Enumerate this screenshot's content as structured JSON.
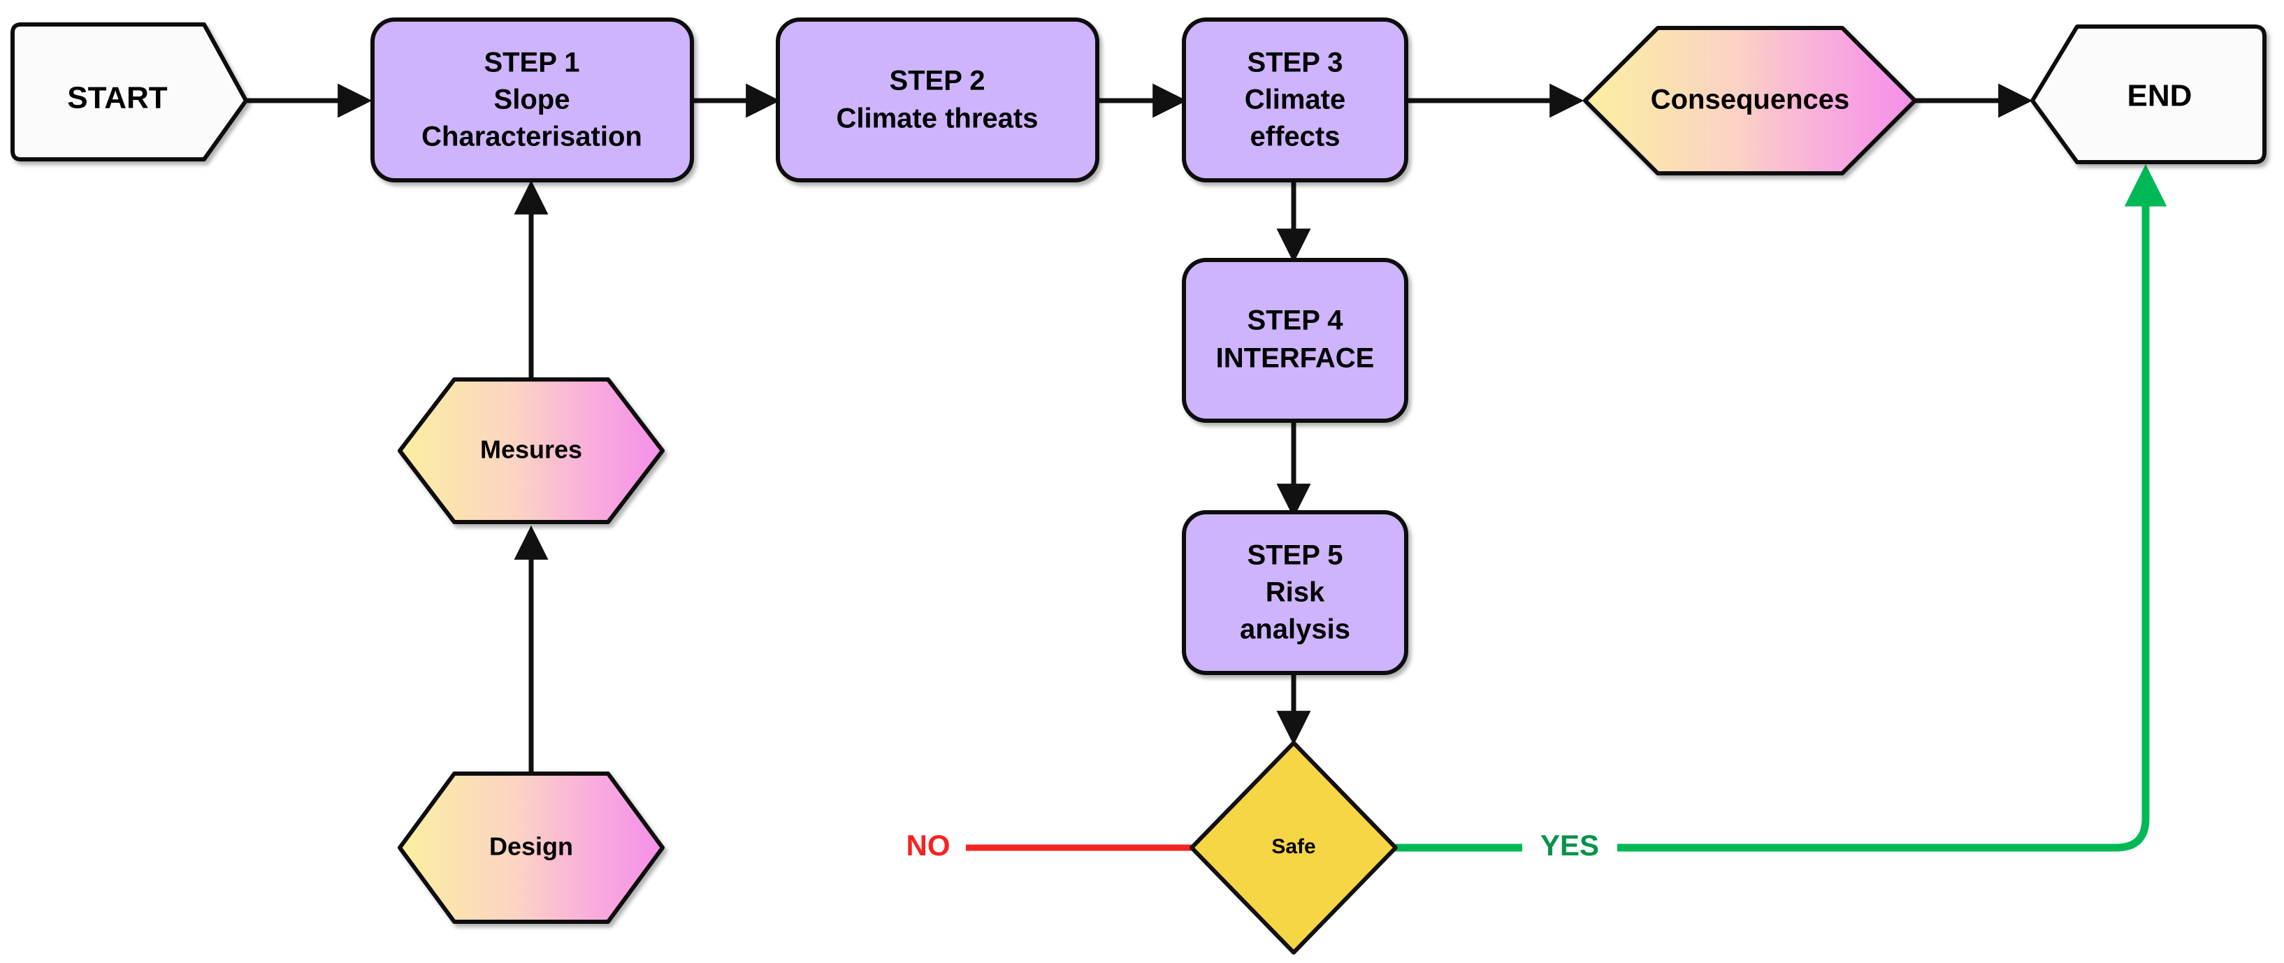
{
  "diagram": {
    "title": "Climate risk assessment slope workflow flowchart",
    "background_color": "#ffffff"
  },
  "palette": {
    "process_fill": "#CDB4FC",
    "process_stroke": "#111111",
    "terminator_fill": "#FBFBFB",
    "terminator_stroke": "#111111",
    "hexagon_gradient_start": "#FBEFA0",
    "hexagon_gradient_mid": "#FBD3C4",
    "hexagon_gradient_end": "#F58FEA",
    "decision_fill": "#F7D645",
    "decision_stroke": "#111111",
    "edge_default": "#111111",
    "edge_no": "#f52222",
    "edge_yes": "#00b956"
  },
  "nodes": {
    "start": {
      "id": "start",
      "shape": "terminator-right-point",
      "label": "START"
    },
    "step1": {
      "id": "step1",
      "shape": "process",
      "line1": "STEP 1",
      "line2": "Slope",
      "line3": "Characterisation"
    },
    "step2": {
      "id": "step2",
      "shape": "process",
      "line1": "STEP 2",
      "line2": "Climate threats"
    },
    "step3": {
      "id": "step3",
      "shape": "process",
      "line1": "STEP 3",
      "line2": "Climate",
      "line3": "effects"
    },
    "step4": {
      "id": "step4",
      "shape": "process",
      "line1": "STEP 4",
      "line2": "INTERFACE"
    },
    "step5": {
      "id": "step5",
      "shape": "process",
      "line1": "STEP 5",
      "line2": "Risk",
      "line3": "analysis"
    },
    "consequences": {
      "id": "consequences",
      "shape": "hexagon",
      "label": "Consequences"
    },
    "end": {
      "id": "end",
      "shape": "terminator-left-point",
      "label": "END"
    },
    "safe": {
      "id": "safe",
      "shape": "decision",
      "label": "Safe"
    },
    "design": {
      "id": "design",
      "shape": "hexagon",
      "label": "Design"
    },
    "mesures": {
      "id": "mesures",
      "shape": "hexagon",
      "label": "Mesures"
    }
  },
  "edges": [
    {
      "id": "start-step1",
      "from": "start",
      "to": "step1",
      "label": "",
      "color": "#111111"
    },
    {
      "id": "step1-step2",
      "from": "step1",
      "to": "step2",
      "label": "",
      "color": "#111111"
    },
    {
      "id": "step2-step3",
      "from": "step2",
      "to": "step3",
      "label": "",
      "color": "#111111"
    },
    {
      "id": "step3-consequences",
      "from": "step3",
      "to": "consequences",
      "label": "",
      "color": "#111111"
    },
    {
      "id": "consequences-end",
      "from": "consequences",
      "to": "end",
      "label": "",
      "color": "#111111"
    },
    {
      "id": "step3-step4",
      "from": "step3",
      "to": "step4",
      "label": "",
      "color": "#111111"
    },
    {
      "id": "step4-step5",
      "from": "step4",
      "to": "step5",
      "label": "",
      "color": "#111111"
    },
    {
      "id": "step5-safe",
      "from": "step5",
      "to": "safe",
      "label": "",
      "color": "#111111"
    },
    {
      "id": "safe-design",
      "from": "safe",
      "to": "design",
      "label": "NO",
      "color": "#f52222"
    },
    {
      "id": "safe-end",
      "from": "safe",
      "to": "end",
      "label": "YES",
      "color": "#00b956"
    },
    {
      "id": "design-mesures",
      "from": "design",
      "to": "mesures",
      "label": "",
      "color": "#111111"
    },
    {
      "id": "mesures-step1",
      "from": "mesures",
      "to": "step1",
      "label": "",
      "color": "#111111"
    }
  ],
  "edge_labels": {
    "no": "NO",
    "yes": "YES"
  }
}
